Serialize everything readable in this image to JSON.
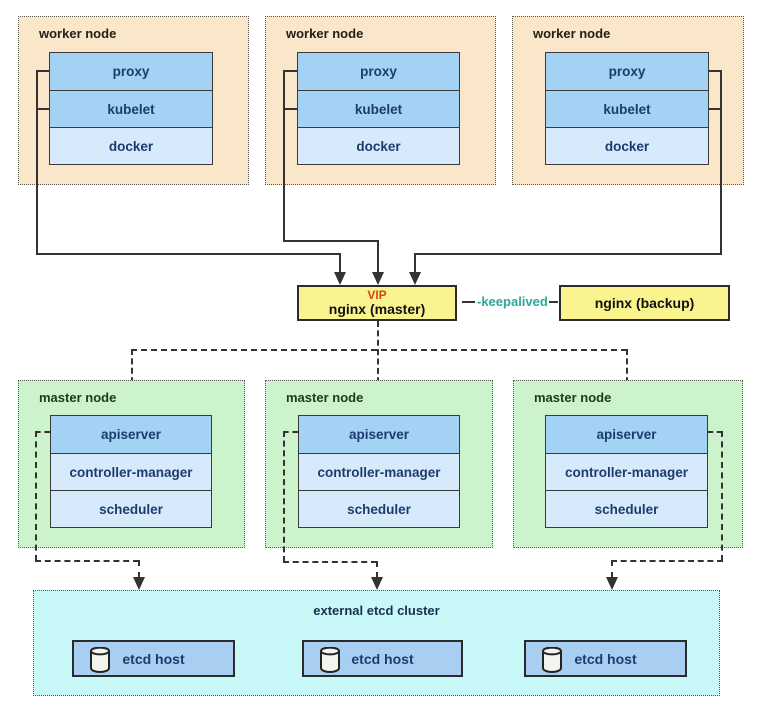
{
  "diagram": {
    "title_hint": "kubernetes-ha-architecture",
    "worker_nodes": [
      {
        "label": "worker node",
        "components": [
          "proxy",
          "kubelet",
          "docker"
        ]
      },
      {
        "label": "worker node",
        "components": [
          "proxy",
          "kubelet",
          "docker"
        ]
      },
      {
        "label": "worker node",
        "components": [
          "proxy",
          "kubelet",
          "docker"
        ]
      }
    ],
    "load_balancer": {
      "vip_label": "VIP",
      "master_label": "nginx (master)",
      "backup_label": "nginx (backup)",
      "link_label": "-keepalived"
    },
    "master_nodes": [
      {
        "label": "master node",
        "components": [
          "apiserver",
          "controller-manager",
          "scheduler"
        ]
      },
      {
        "label": "master node",
        "components": [
          "apiserver",
          "controller-manager",
          "scheduler"
        ]
      },
      {
        "label": "master node",
        "components": [
          "apiserver",
          "controller-manager",
          "scheduler"
        ]
      }
    ],
    "etcd_cluster": {
      "title": "external etcd cluster",
      "hosts": [
        "etcd host",
        "etcd host",
        "etcd host"
      ]
    },
    "colors": {
      "worker_bg": "#fae6c8",
      "master_bg": "#ccf3cb",
      "component_mid_blue": "#a3d2f4",
      "component_light_blue": "#d7eafb",
      "nginx_yellow": "#faf48e",
      "etcd_bg": "#c9f8f9",
      "etcd_host_blue": "#a8cff2",
      "vip_red": "#d9441a",
      "keepalived_teal": "#2ea79b",
      "label_navy": "#1c3c6e",
      "line": "#333333"
    }
  }
}
